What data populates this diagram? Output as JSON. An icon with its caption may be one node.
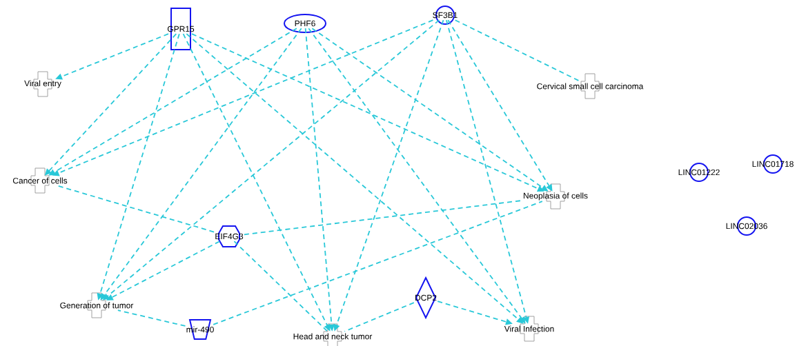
{
  "diagram": {
    "nodes": [
      {
        "text": [
          "GPR15"
        ]
      },
      {
        "text": [
          "PHF6"
        ]
      },
      {
        "text": [
          "SF3B1"
        ]
      },
      {
        "text": [
          "Viral entry"
        ]
      },
      {
        "text": [
          "Cervical small cell carcinoma"
        ]
      },
      {
        "text": [
          "Cancer of cells"
        ]
      },
      {
        "text": [
          "Neoplasia of cells"
        ]
      },
      {
        "text": [
          "LINC01222"
        ]
      },
      {
        "text": [
          "LINC01718"
        ]
      },
      {
        "text": [
          "LINC02036"
        ]
      },
      {
        "text": [
          "EIF4G3"
        ]
      },
      {
        "text": [
          "Generation of tumor"
        ]
      },
      {
        "text": [
          "mir-490"
        ]
      },
      {
        "text": [
          "DCP2"
        ]
      },
      {
        "text": [
          "Head and neck tumor"
        ]
      },
      {
        "text": [
          "Viral Infection"
        ]
      }
    ],
    "edges": [
      {
        "from": 0,
        "to": 3,
        "arrow": "to"
      },
      {
        "from": 0,
        "to": 5,
        "arrow": "to"
      },
      {
        "from": 0,
        "to": 11,
        "arrow": "to"
      },
      {
        "from": 0,
        "to": 14,
        "arrow": "to"
      },
      {
        "from": 0,
        "to": 15,
        "arrow": "to"
      },
      {
        "from": 0,
        "to": 6,
        "arrow": "to"
      },
      {
        "from": 1,
        "to": 5,
        "arrow": "to"
      },
      {
        "from": 1,
        "to": 11,
        "arrow": "to"
      },
      {
        "from": 1,
        "to": 14,
        "arrow": "to"
      },
      {
        "from": 1,
        "to": 15,
        "arrow": "to"
      },
      {
        "from": 1,
        "to": 6,
        "arrow": "to"
      },
      {
        "from": 2,
        "to": 5,
        "arrow": "to"
      },
      {
        "from": 2,
        "to": 11,
        "arrow": "to"
      },
      {
        "from": 2,
        "to": 14,
        "arrow": "to"
      },
      {
        "from": 2,
        "to": 15,
        "arrow": "to"
      },
      {
        "from": 2,
        "to": 6,
        "arrow": "to"
      },
      {
        "from": 2,
        "to": 4,
        "arrow": "none"
      },
      {
        "from": 10,
        "to": 5,
        "arrow": "none"
      },
      {
        "from": 10,
        "to": 6,
        "arrow": "none"
      },
      {
        "from": 10,
        "to": 11,
        "arrow": "to"
      },
      {
        "from": 10,
        "to": 14,
        "arrow": "none"
      },
      {
        "from": 12,
        "to": 11,
        "arrow": "none"
      },
      {
        "from": 12,
        "to": 6,
        "arrow": "none"
      },
      {
        "from": 13,
        "to": 14,
        "arrow": "none"
      },
      {
        "from": 13,
        "to": 15,
        "arrow": "to"
      }
    ]
  }
}
